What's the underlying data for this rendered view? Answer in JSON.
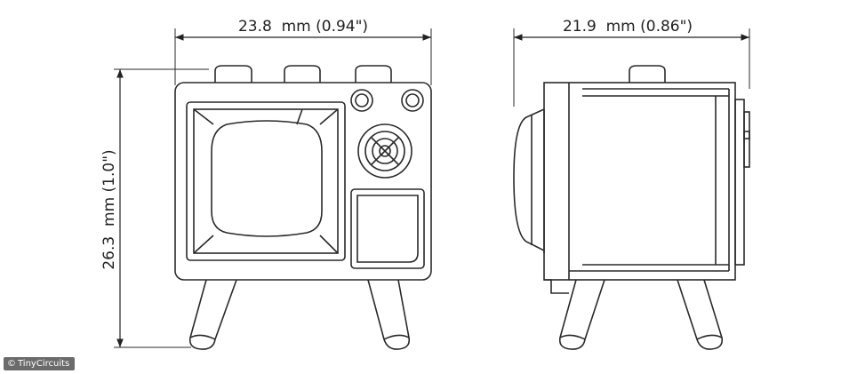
{
  "dimensions": {
    "front_width": "23.8  mm (0.94\")",
    "side_depth": "21.9  mm (0.86\")",
    "height": "26.3  mm (1.0\")"
  },
  "watermark": {
    "symbol": "©",
    "text": "TinyCircuits"
  },
  "colors": {
    "line": "#2a2a2a",
    "screen_fill": "#ffffff"
  }
}
